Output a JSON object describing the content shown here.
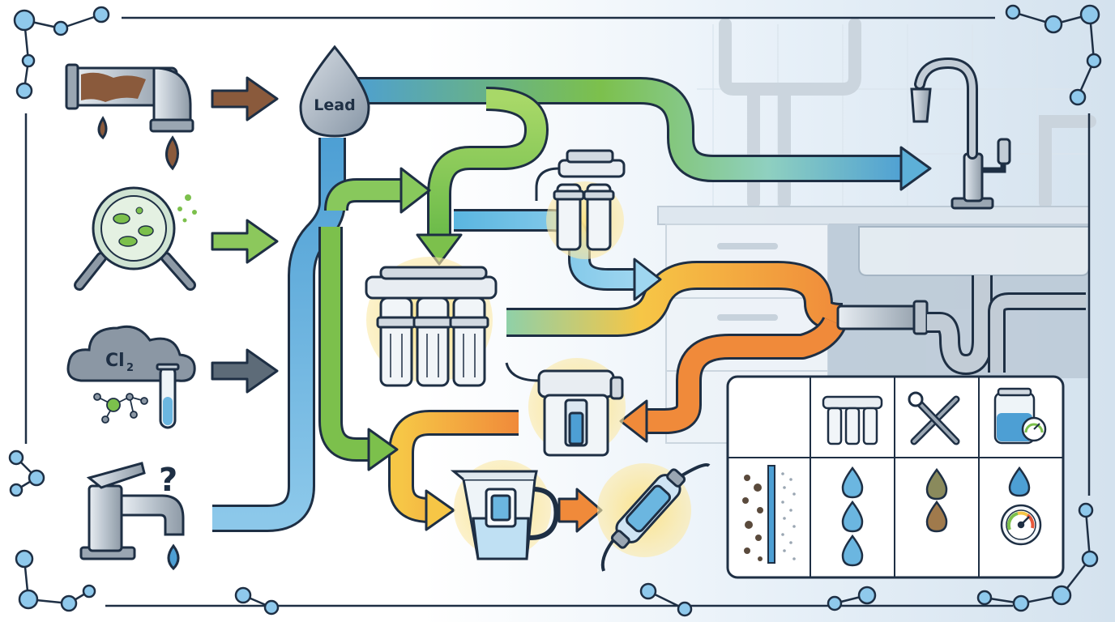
{
  "labels": {
    "lead": "Lead",
    "chlorine": "Cl",
    "chlorine_sub": "2",
    "unknown": "?"
  },
  "icons": [
    "rusty-pipe-icon",
    "magnifier-bacteria-icon",
    "chlorine-cloud-icon",
    "faucet-question-icon",
    "lead-drop-icon",
    "under-sink-ro-system-icon",
    "faucet-mount-filter-icon",
    "countertop-filter-icon",
    "pitcher-filter-icon",
    "inline-filter-icon",
    "kitchen-faucet-icon",
    "sink-drain-icon",
    "three-stage-filter-icon",
    "wrench-screwdriver-icon",
    "tank-gauge-icon",
    "sediment-screen-icon",
    "clear-drops-icon",
    "murky-drops-icon",
    "pressure-gauge-icon"
  ],
  "colors": {
    "outline": "#1e2f44",
    "rust": "#8a5a3c",
    "green": "#7cc04c",
    "slate": "#5d6b78",
    "blue": "#4d9fd4",
    "teal": "#77c9c3",
    "orange": "#f08a3a",
    "yellow": "#f6c646",
    "glow": "#fbe9a8",
    "molecule": "#8fc9ec"
  }
}
